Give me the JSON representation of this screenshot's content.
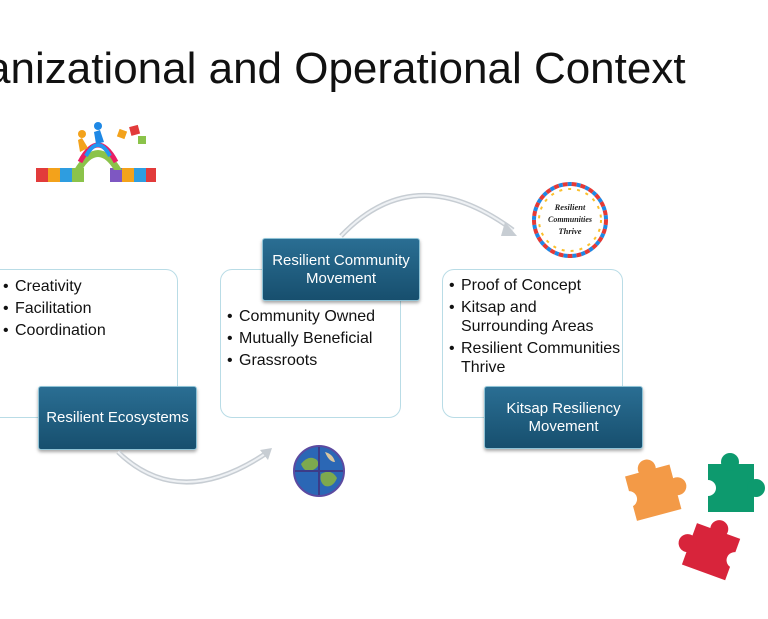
{
  "slide": {
    "title": "anizational and Operational Context"
  },
  "stages": [
    {
      "label": "Resilient Ecosystems",
      "items": [
        "Creativity",
        "Facilitation",
        "Coordination"
      ]
    },
    {
      "label": "Resilient Community Movement",
      "items": [
        "Community Owned",
        "Mutually Beneficial",
        "Grassroots"
      ]
    },
    {
      "label": "Kitsap Resiliency Movement",
      "items": [
        "Proof of Concept",
        "Kitsap and Surrounding Areas",
        "Resilient Communities Thrive"
      ]
    }
  ],
  "badge": {
    "line1": "Resilient",
    "line2": "Communities",
    "line3": "Thrive"
  },
  "colors": {
    "tag_fill": "#1f5f82",
    "box_border": "#b9dce6",
    "puzzle_orange": "#f39a47",
    "puzzle_green": "#0d9a6e",
    "puzzle_red": "#d8243b"
  }
}
